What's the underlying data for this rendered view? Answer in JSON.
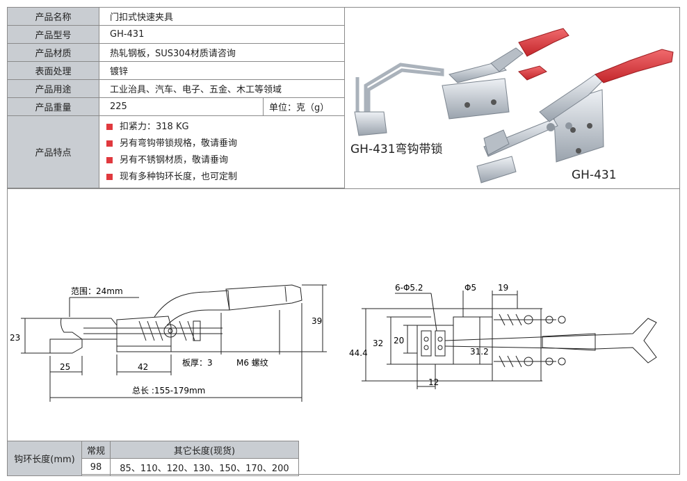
{
  "spec": {
    "name_label": "产品名称",
    "name_value": "门扣式快速夹具",
    "model_label": "产品型号",
    "model_value": "GH-431",
    "material_label": "产品材质",
    "material_value": "热轧钢板，SUS304材质请咨询",
    "surface_label": "表面处理",
    "surface_value": "镀锌",
    "use_label": "产品用途",
    "use_value": "工业治具、汽车、电子、五金、木工等领域",
    "weight_label": "产品重量",
    "weight_value": "225",
    "weight_unit": "单位：克（g）",
    "feature_label": "产品特点",
    "features": [
      "扣紧力：318 KG",
      "另有弯钩带锁规格，敬请垂询",
      "另有不锈钢材质，敬请垂询",
      "现有多种钩环长度，也可定制"
    ]
  },
  "photos": {
    "caption_left": "GH-431弯钩带锁",
    "caption_right": "GH-431"
  },
  "drawing_left": {
    "range": "范围：24mm",
    "dim_39": "39",
    "dim_23": "23",
    "dim_25": "25",
    "dim_42": "42",
    "plate": "板厚：3",
    "thread": "M6 螺纹",
    "total": "总长 :155-179mm"
  },
  "drawing_right": {
    "holes": "6-Φ5.2",
    "phi5": "Φ5",
    "dim_19": "19",
    "dim_44": "44.4",
    "dim_32": "32",
    "dim_20": "20",
    "dim_31": "31.2",
    "dim_12": "12"
  },
  "length_table": {
    "label": "钩环长度(mm)",
    "std_header": "常规",
    "other_header": "其它长度(现货)",
    "std_value": "98",
    "other_value": "85、110、120、130、150、170、200"
  },
  "colors": {
    "handle_red": "#e0393e",
    "header_gray": "#c9cdd2",
    "steel": "#c8ccd2"
  }
}
